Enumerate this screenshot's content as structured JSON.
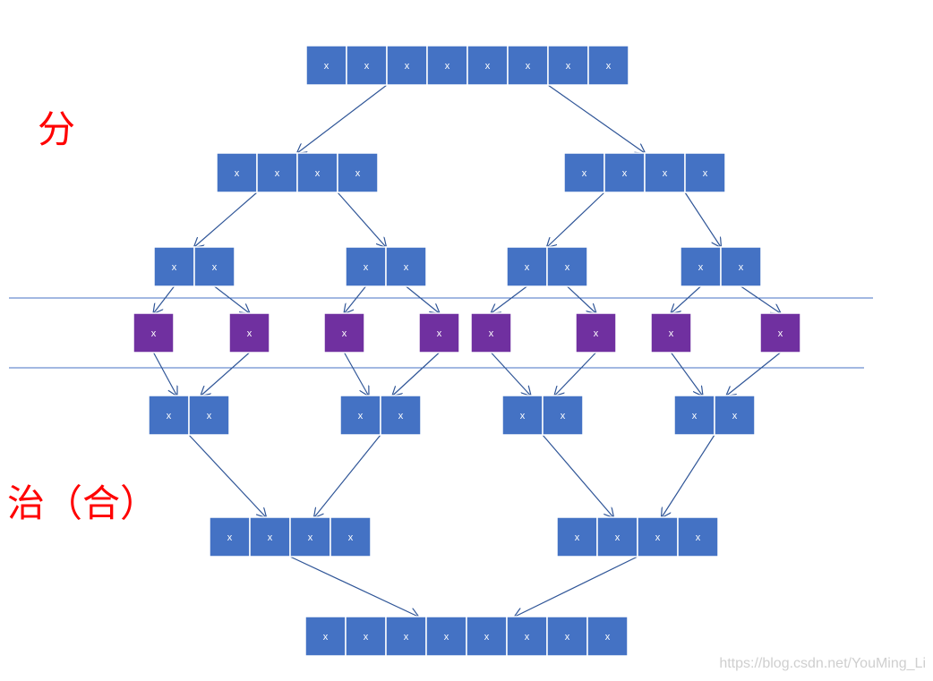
{
  "labels": {
    "divide": "分",
    "conquer": "治（合）"
  },
  "cell_text": "x",
  "watermark": "https://blog.csdn.net/YouMing_Li",
  "colors": {
    "block": "#4472c4",
    "leaf": "#7030a0",
    "border": "#ffffff",
    "arrow": "#2f5597",
    "guide_line": "#4472c4",
    "label": "#ff0000"
  },
  "levels": [
    {
      "stage": "split",
      "groups": [
        [
          8
        ]
      ]
    },
    {
      "stage": "split",
      "groups": [
        [
          4
        ],
        [
          4
        ]
      ]
    },
    {
      "stage": "split",
      "groups": [
        [
          2
        ],
        [
          2
        ],
        [
          2
        ],
        [
          2
        ]
      ]
    },
    {
      "stage": "leaf",
      "groups": [
        [
          1
        ],
        [
          1
        ],
        [
          1
        ],
        [
          1
        ],
        [
          1
        ],
        [
          1
        ],
        [
          1
        ],
        [
          1
        ]
      ]
    },
    {
      "stage": "merge",
      "groups": [
        [
          2
        ],
        [
          2
        ],
        [
          2
        ],
        [
          2
        ]
      ]
    },
    {
      "stage": "merge",
      "groups": [
        [
          4
        ],
        [
          4
        ]
      ]
    },
    {
      "stage": "merge",
      "groups": [
        [
          8
        ]
      ]
    }
  ]
}
